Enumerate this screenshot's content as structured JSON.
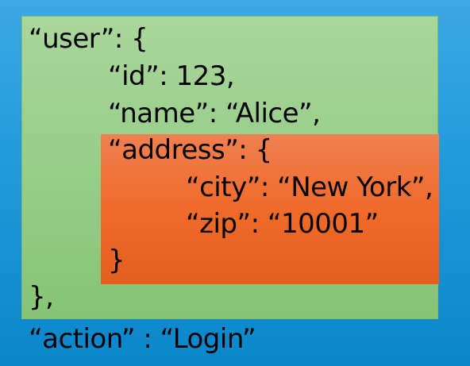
{
  "lines": [
    "“user”: {",
    "“id”: 123,",
    "“name”: “Alice”,",
    "“address”: {",
    "“city”: “New York”,",
    "“zip”: “10001”",
    "}",
    "},",
    "“action” : “Login”"
  ],
  "colors": {
    "user_box": "#93cc84",
    "address_box": "#f06a2a",
    "background": "#1e96d8"
  }
}
